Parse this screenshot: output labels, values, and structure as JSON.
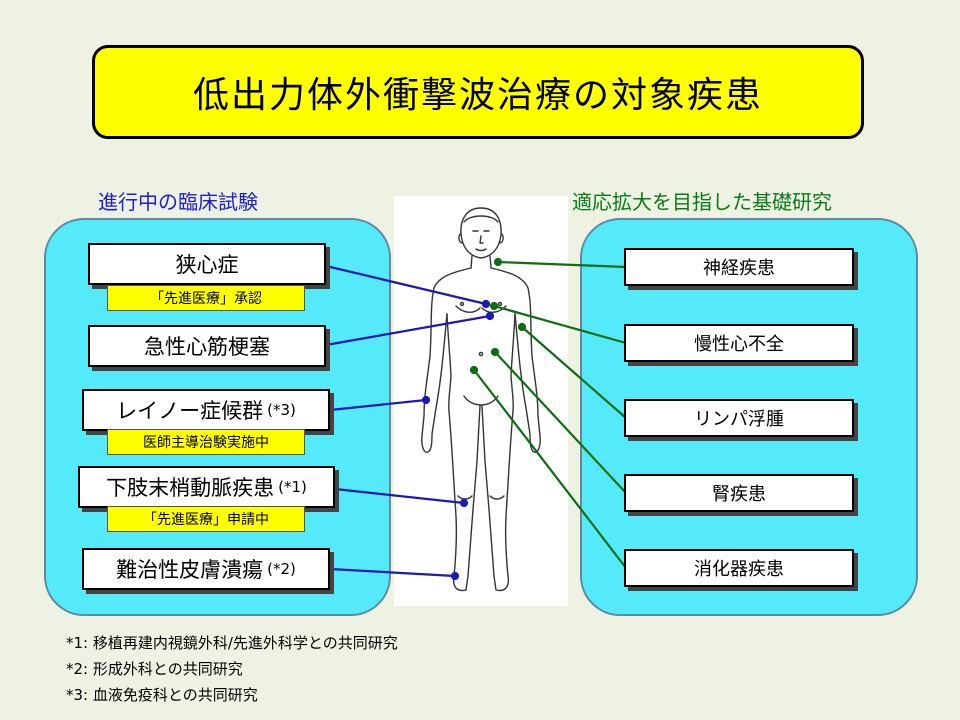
{
  "title": "低出力体外衝撃波治療の対象疾患",
  "left_heading": "進行中の臨床試験",
  "right_heading": "適応拡大を目指した基礎研究",
  "clinical_trials": [
    {
      "label": "狭心症",
      "note": ""
    },
    {
      "label": "急性心筋梗塞",
      "note": ""
    },
    {
      "label": "レイノー症候群",
      "note": "(*3)"
    },
    {
      "label": "下肢末梢動脈疾患",
      "note": "(*1)"
    },
    {
      "label": "難治性皮膚潰瘍",
      "note": "(*2)"
    }
  ],
  "status_tags": [
    "「先進医療」承認",
    "医師主導治験実施中",
    "「先進医療」申請中"
  ],
  "basic_research": [
    "神経疾患",
    "慢性心不全",
    "リンパ浮腫",
    "腎疾患",
    "消化器疾患"
  ],
  "footnotes": [
    "*1: 移植再建内視鏡外科/先進外科学との共同研究",
    "*2: 形成外科との共同研究",
    "*3: 血液免疫科との共同研究"
  ],
  "colors": {
    "title_bg": "#ffff00",
    "panel_bg": "#55eafa",
    "left_heading": "#1f1fcf",
    "right_heading": "#0a7a18",
    "left_connector": "#1a1ab4",
    "right_connector": "#0c6e10"
  },
  "icons": {
    "body": "human-body-outline-icon"
  }
}
